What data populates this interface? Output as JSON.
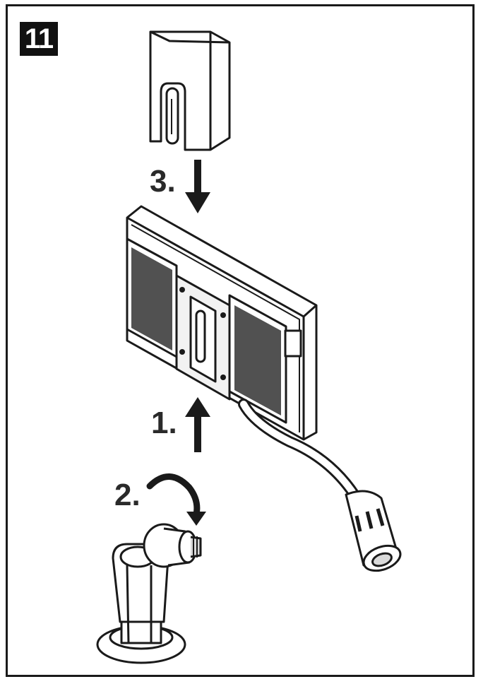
{
  "step_number": "11",
  "steps": {
    "first": "1.",
    "second": "2.",
    "third": "3."
  },
  "colors": {
    "line": "#1a1a1a",
    "fill": "#ffffff",
    "shade": "#d9d9d9",
    "grille": "#333333"
  }
}
